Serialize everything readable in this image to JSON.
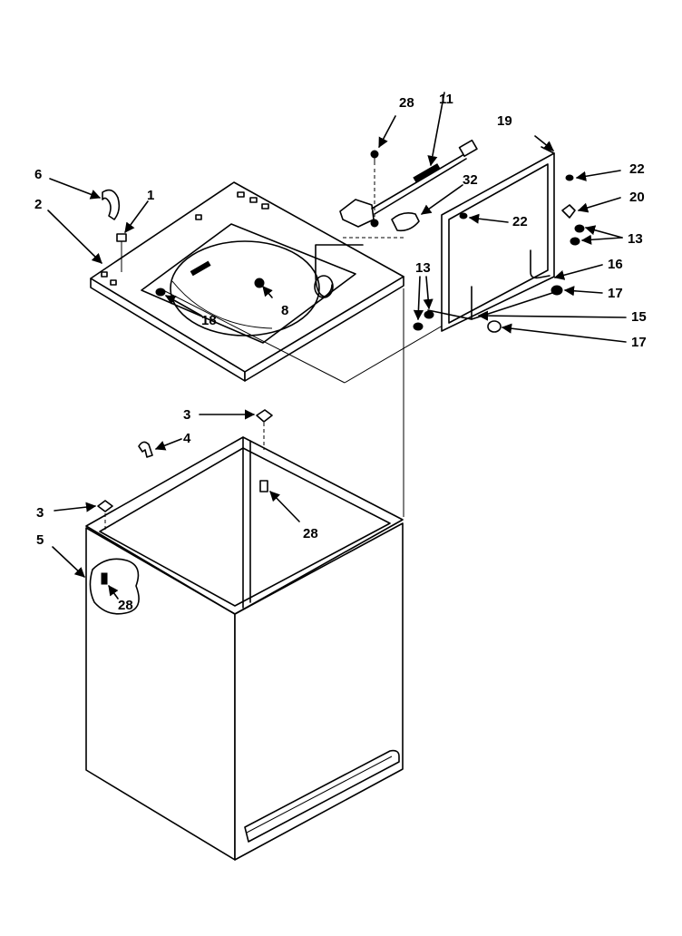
{
  "colors": {
    "ink": "#000000",
    "paper": "#ffffff"
  },
  "labels": {
    "l6": "6",
    "l2": "2",
    "l1": "1",
    "l28a": "28",
    "l11": "11",
    "l32": "32",
    "l8": "8",
    "l18": "18",
    "l19": "19",
    "l22a": "22",
    "l20": "20",
    "l22b": "22",
    "l13a": "13",
    "l16": "16",
    "l13b": "13",
    "l17a": "17",
    "l15": "15",
    "l17b": "17",
    "l3a": "3",
    "l4": "4",
    "l3b": "3",
    "l5": "5",
    "l28b": "28",
    "l28c": "28"
  }
}
